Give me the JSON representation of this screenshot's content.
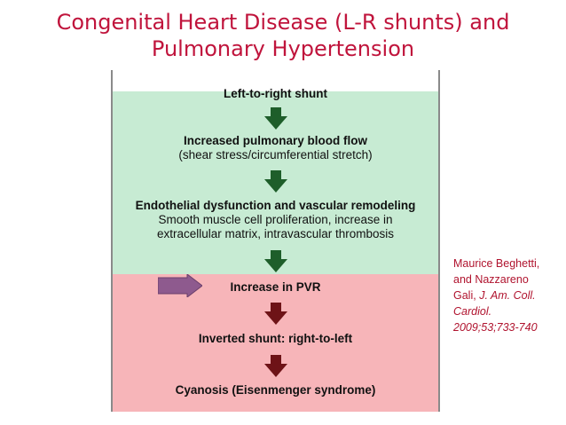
{
  "title": {
    "line1": "Congenital Heart Disease (L-R shunts) and",
    "line2": "Pulmonary Hypertension"
  },
  "flow": {
    "step1": {
      "heading": "Left-to-right shunt"
    },
    "step2": {
      "heading": "Increased pulmonary blood flow",
      "sub": "(shear stress/circumferential stretch)"
    },
    "step3": {
      "heading": "Endothelial dysfunction and vascular remodeling",
      "sub1": "Smooth muscle cell proliferation, increase in",
      "sub2": "extracellular matrix, intravascular thrombosis"
    },
    "step4": {
      "heading": "Increase in PVR"
    },
    "step5": {
      "heading": "Inverted shunt: right-to-left"
    },
    "step6": {
      "heading": "Cyanosis (Eisenmenger syndrome)"
    }
  },
  "citation": {
    "line1": "Maurice Beghetti,",
    "line2": "and Nazzareno",
    "line3_plain": "Gali, ",
    "line3_italic": "J. Am. Coll.",
    "line4": "Cardiol.",
    "line5": "2009;53;733-740"
  },
  "colors": {
    "title": "#c0143c",
    "green_band": "#c7ebd3",
    "red_band": "#f7b5b9",
    "green_arrow": "#1e5e2a",
    "red_arrow": "#6e1317",
    "side_arrow": "#8e5a8e",
    "citation": "#b0132e"
  },
  "icons": {
    "down_arrow": "down-arrow-icon",
    "side_arrow": "right-arrow-icon"
  }
}
